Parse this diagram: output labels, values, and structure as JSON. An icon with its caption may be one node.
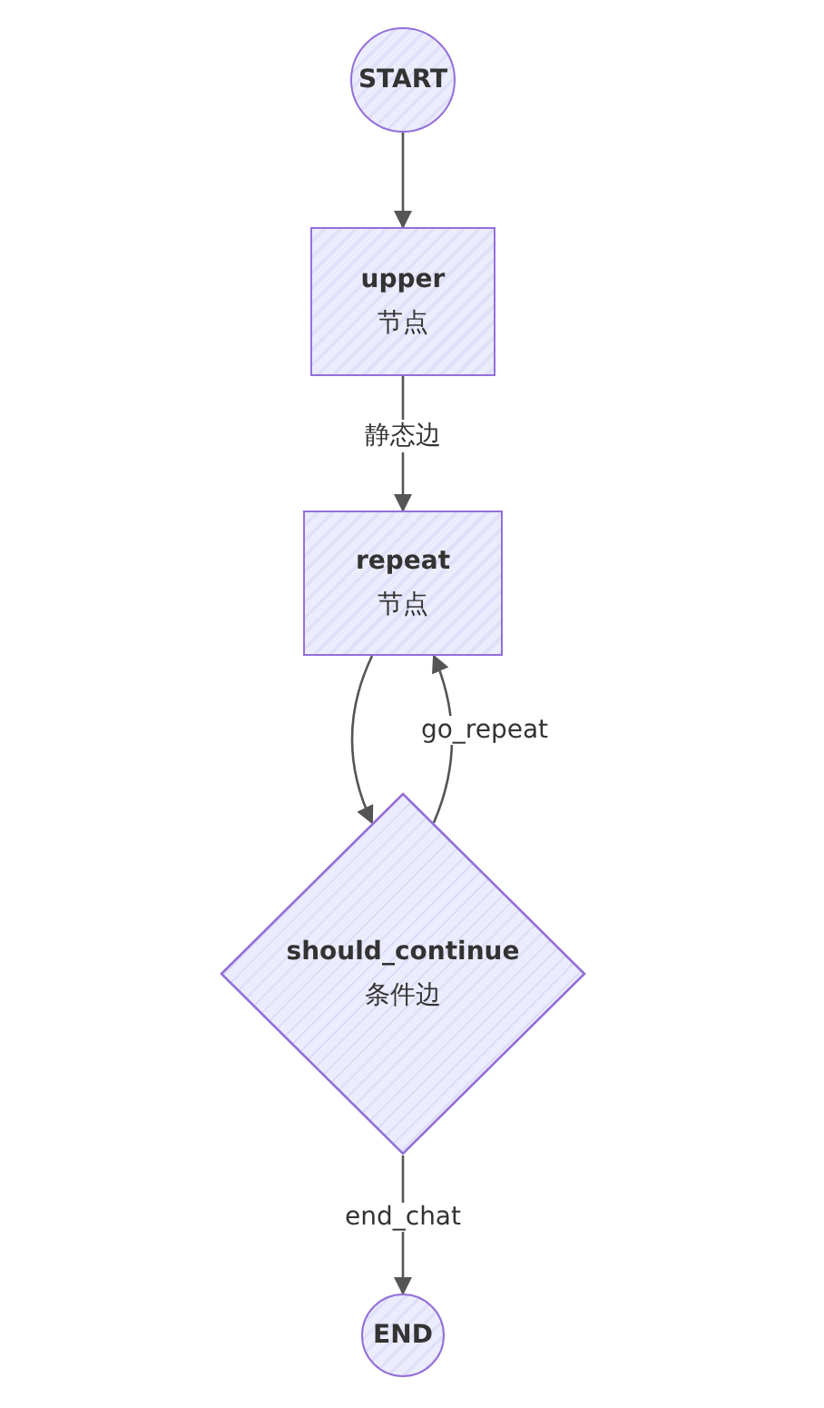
{
  "diagram": {
    "nodes": [
      {
        "text": [
          "START"
        ]
      },
      {
        "text": [
          "upper",
          "节点"
        ]
      },
      {
        "text": [
          "repeat",
          "节点"
        ]
      },
      {
        "text": [
          "should_continue",
          "条件边"
        ]
      },
      {
        "text": [
          "END"
        ]
      }
    ],
    "edges": [
      {
        "from": 0,
        "to": 1,
        "arrow": "to"
      },
      {
        "from": 1,
        "to": 2,
        "arrow": "to",
        "label": "静态边"
      },
      {
        "from": 2,
        "to": 3,
        "arrow": "to"
      },
      {
        "from": 3,
        "to": 2,
        "arrow": "to",
        "label": "go_repeat"
      },
      {
        "from": 3,
        "to": 4,
        "arrow": "to",
        "label": "end_chat"
      }
    ]
  }
}
